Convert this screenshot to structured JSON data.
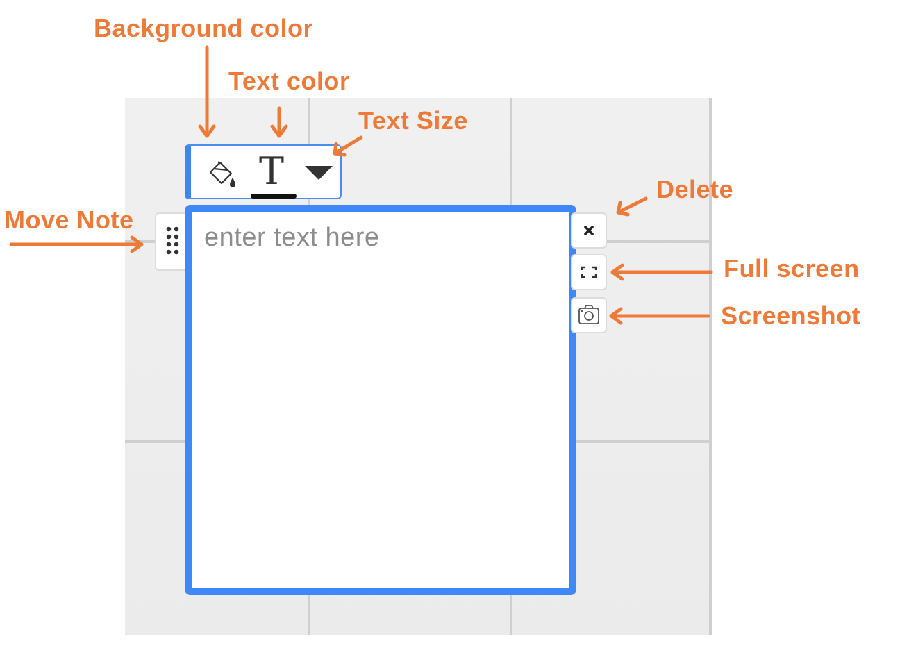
{
  "note": {
    "placeholder": "enter text here"
  },
  "toolbar": {
    "icons": [
      "paint-bucket-icon",
      "text-color-icon",
      "triangle-down-icon"
    ]
  },
  "side_buttons": {
    "icons": [
      "drag-handle-icon",
      "close-icon",
      "fullscreen-icon",
      "camera-icon"
    ]
  },
  "annotations": {
    "background_color": "Background color",
    "text_color": "Text color",
    "text_size": "Text Size",
    "delete": "Delete",
    "move_note": "Move Note",
    "full_screen": "Full screen",
    "screenshot": "Screenshot"
  },
  "colors": {
    "accent": "#3f88f7",
    "annotation": "#ef7a38",
    "board": "#eeeeee",
    "grid": "#cfcfcf"
  }
}
